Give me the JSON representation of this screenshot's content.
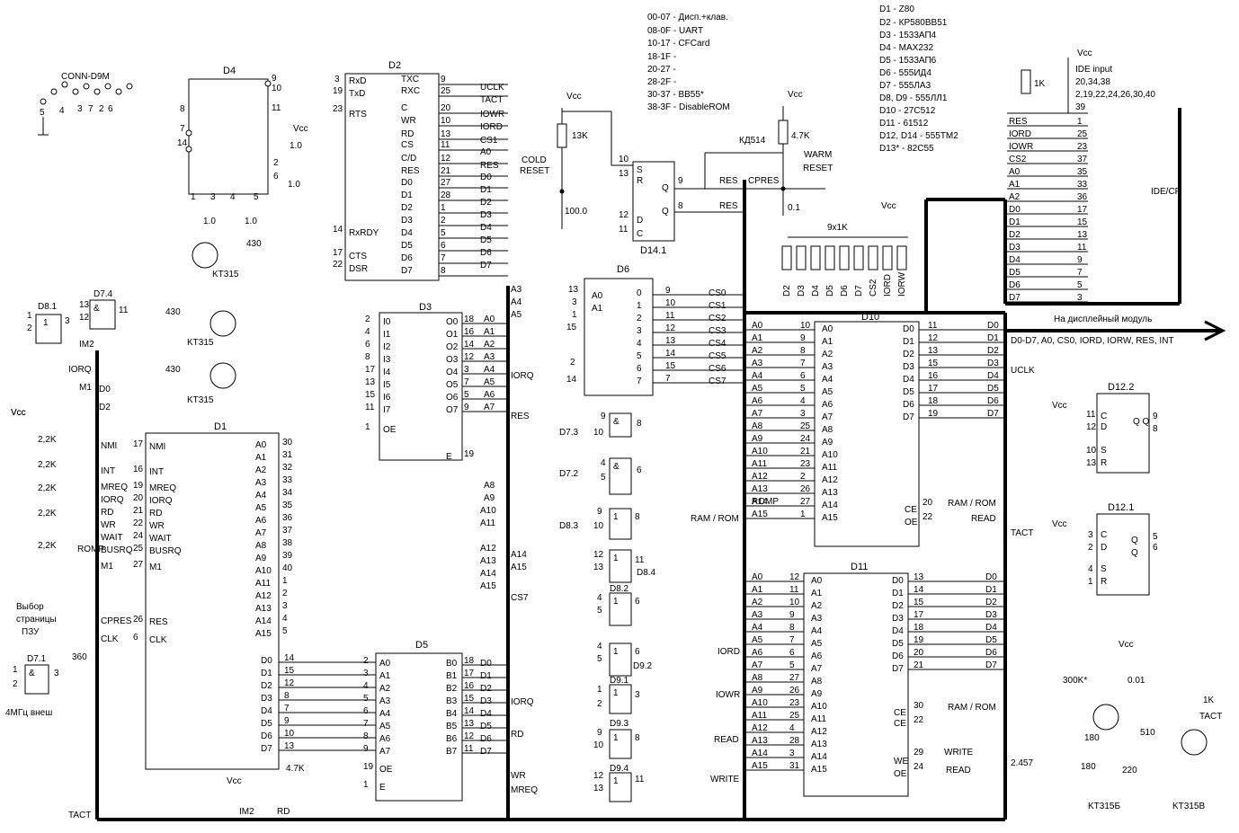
{
  "address_map": [
    "00-07 - Дисп.+клав.",
    "08-0F - UART",
    "10-17 - CFCard",
    "18-1F -",
    "20-27 -",
    "28-2F -",
    "30-37 - ВВ55*",
    "38-3F - DisableROM"
  ],
  "parts_list": [
    "D1 - Z80",
    "D2 - КР580ВВ51",
    "D3 - 1533АП4",
    "D4 - MAX232",
    "D5 - 1533АП6",
    "D6 - 555ИД4",
    "D7 - 555ЛА3",
    "D8, D9 - 555ЛЛ1",
    "D10 - 27C512",
    "D11 - 61512",
    "D12, D14 - 555ТМ2",
    "D13* - 82C55"
  ],
  "labels": {
    "conn": "CONN-D9M",
    "d4": "D4",
    "d2": "D2",
    "d3": "D3",
    "d1": "D1",
    "d5": "D5",
    "d6": "D6",
    "d10": "D10",
    "d11": "D11",
    "d14_1": "D14.1",
    "d12_2": "D12.2",
    "d12_1": "D12.1",
    "d8_1": "D8.1",
    "d7_4": "D7.4",
    "d7_1": "D7.1",
    "d7_3": "D7.3",
    "d7_2": "D7.2",
    "d8_3": "D8.3",
    "d8_4": "D8.4",
    "d8_2": "D8.2",
    "d9_2": "D9.2",
    "d9_1": "D9.1",
    "d9_3": "D9.3",
    "d9_4": "D9.4",
    "cold_reset": "COLD",
    "cold_reset2": "RESET",
    "warm_reset": "WARM",
    "warm_reset2": "RESET",
    "vcc": "Vcc",
    "kd514": "КД514",
    "r47k": "4.7K",
    "r13k": "13K",
    "c100": "100.0",
    "c01": "0.1",
    "res_net": "9x1K",
    "ide_input": "IDE input",
    "ide_pins1": "20,34,38",
    "ide_pins2": "2,19,22,24,26,30,40",
    "r1k": "1K",
    "ide_cf": "IDE/CF",
    "display_module": "На дисплейный модуль",
    "display_bus": "D0-D7, A0, CS0, IORD, IORW, RES, INT",
    "uclk": "UCLK",
    "tact": "TACT",
    "kt315": "KT315",
    "kt315b": "KT315Б",
    "kt315v": "KT315В",
    "r430": "430",
    "r22k": "2,2K",
    "r360": "360",
    "r47k2": "4.7K",
    "rom_page": "Выбор",
    "rom_page2": "страницы",
    "rom_page3": "ПЗУ",
    "clk_ext": "4МГц внеш",
    "r300k": "300K*",
    "c001": "0.01",
    "r510": "510",
    "c180": "180",
    "c180b": "180",
    "r220": "220",
    "xtal": "2.457",
    "r1k_b": "1K"
  },
  "d2_left": [
    "RxD",
    "TxD",
    "RTS",
    "RxRDY",
    "CTS",
    "DSR"
  ],
  "d2_left_pins": [
    "3",
    "19",
    "23",
    "14",
    "17",
    "22"
  ],
  "d2_right": [
    "TXC",
    "RXC",
    "C",
    "WR",
    "RD",
    "CS",
    "C/D",
    "RES",
    "D0",
    "D1",
    "D2",
    "D3",
    "D4",
    "D5",
    "D6",
    "D7"
  ],
  "d2_right_pins": [
    "9",
    "25",
    "20",
    "10",
    "13",
    "11",
    "12",
    "21",
    "27",
    "28",
    "1",
    "2",
    "5",
    "6",
    "7",
    "8"
  ],
  "d2_right_nets": [
    "UCLK",
    "TACT",
    "IOWR",
    "IORD",
    "CS1",
    "A0",
    "RES",
    "D0",
    "D1",
    "D2",
    "D3",
    "D4",
    "D5",
    "D6",
    "D7"
  ],
  "d3_inputs": [
    "I0",
    "I1",
    "I2",
    "I3",
    "I4",
    "I5",
    "I6",
    "I7",
    "OE"
  ],
  "d3_in_pins": [
    "2",
    "4",
    "6",
    "8",
    "17",
    "13",
    "15",
    "11",
    "1"
  ],
  "d3_outputs": [
    "O0",
    "O1",
    "O2",
    "O3",
    "O4",
    "O5",
    "O6",
    "O7",
    "E"
  ],
  "d3_out_pins": [
    "18",
    "16",
    "14",
    "12",
    "3",
    "7",
    "5",
    "9",
    "19"
  ],
  "d3_out_nets": [
    "A0",
    "A1",
    "A2",
    "A3",
    "A4",
    "A5",
    "A6",
    "A7"
  ],
  "d1_left": [
    "NMI",
    "INT",
    "MREQ",
    "IORQ",
    "RD",
    "WR",
    "WAIT",
    "BUSRQ",
    "M1",
    "RES",
    "CLK"
  ],
  "d1_left_pins": [
    "17",
    "16",
    "19",
    "20",
    "21",
    "22",
    "24",
    "25",
    "27",
    "26",
    "6"
  ],
  "d1_left_nets": [
    "NMI",
    "INT",
    "MREQ",
    "IORQ",
    "RD",
    "WR",
    "WAIT",
    "BUSRQ",
    "M1",
    "CPRES",
    "CLK"
  ],
  "d1_addr": [
    "A0",
    "A1",
    "A2",
    "A3",
    "A4",
    "A5",
    "A6",
    "A7",
    "A8",
    "A9",
    "A10",
    "A11",
    "A12",
    "A13",
    "A14",
    "A15"
  ],
  "d1_addr_pins": [
    "30",
    "31",
    "32",
    "33",
    "34",
    "35",
    "36",
    "37",
    "38",
    "39",
    "40",
    "1",
    "2",
    "3",
    "4",
    "5"
  ],
  "d1_data": [
    "D0",
    "D1",
    "D2",
    "D3",
    "D4",
    "D5",
    "D6",
    "D7"
  ],
  "d1_data_pins": [
    "14",
    "15",
    "12",
    "8",
    "7",
    "9",
    "10",
    "13"
  ],
  "d5_left": [
    "A0",
    "A1",
    "A2",
    "A3",
    "A4",
    "A5",
    "A6",
    "A7",
    "OE",
    "E"
  ],
  "d5_left_pins": [
    "2",
    "3",
    "4",
    "5",
    "6",
    "7",
    "8",
    "9",
    "19",
    "1"
  ],
  "d5_right": [
    "B0",
    "B1",
    "B2",
    "B3",
    "B4",
    "B5",
    "B6",
    "B7"
  ],
  "d5_right_pins": [
    "18",
    "17",
    "16",
    "15",
    "14",
    "13",
    "12",
    "11"
  ],
  "d6_out": [
    "0",
    "1",
    "2",
    "3",
    "4",
    "5",
    "6",
    "7"
  ],
  "d6_out_pins": [
    "9",
    "10",
    "11",
    "12",
    "13",
    "14",
    "15",
    "7"
  ],
  "d6_nets": [
    "CS0",
    "CS1",
    "CS2",
    "CS3",
    "CS4",
    "CS5",
    "CS6",
    "CS7"
  ],
  "d10_addr_pins": [
    "10",
    "9",
    "8",
    "7",
    "6",
    "5",
    "4",
    "3",
    "25",
    "24",
    "21",
    "23",
    "2",
    "26",
    "27",
    "1"
  ],
  "d10_data_pins": [
    "11",
    "12",
    "13",
    "15",
    "16",
    "17",
    "18",
    "19"
  ],
  "d11_addr_pins": [
    "12",
    "11",
    "10",
    "9",
    "8",
    "7",
    "6",
    "5",
    "27",
    "26",
    "23",
    "25",
    "4",
    "28",
    "3",
    "31"
  ],
  "d11_data_pins": [
    "13",
    "14",
    "15",
    "17",
    "18",
    "19",
    "20",
    "21"
  ],
  "addr_names": [
    "A0",
    "A1",
    "A2",
    "A3",
    "A4",
    "A5",
    "A6",
    "A7",
    "A8",
    "A9",
    "A10",
    "A11",
    "A12",
    "A13",
    "A14",
    "A15"
  ],
  "data_names": [
    "D0",
    "D1",
    "D2",
    "D3",
    "D4",
    "D5",
    "D6",
    "D7"
  ],
  "ide_nets": [
    "RES",
    "IORD",
    "IOWR",
    "CS2",
    "A0",
    "A1",
    "A2",
    "D0",
    "D1",
    "D2",
    "D3",
    "D4",
    "D5",
    "D6",
    "D7"
  ],
  "ide_pins": [
    "1",
    "25",
    "23",
    "37",
    "35",
    "33",
    "36",
    "17",
    "15",
    "13",
    "11",
    "9",
    "7",
    "5",
    "3"
  ],
  "res_net_labels": [
    "D2",
    "D3",
    "D4",
    "D5",
    "D6",
    "D7",
    "CS2",
    "IORD",
    "IORW"
  ],
  "d1_right_top": [
    "RES",
    "CLK"
  ],
  "romp": "ROMP",
  "cpres": "CPRES",
  "ram_rom": "RAM / ROM",
  "read": "READ",
  "write": "WRITE",
  "iord": "IORD",
  "iowr": "IOWR",
  "iorq": "IORQ",
  "rd": "RD",
  "wr": "WR",
  "mreq": "MREQ",
  "res": "RES",
  "m1": "M1",
  "im2": "IM2",
  "cs7": "CS7",
  "ce": "CE",
  "oe": "OE",
  "we": "WE"
}
